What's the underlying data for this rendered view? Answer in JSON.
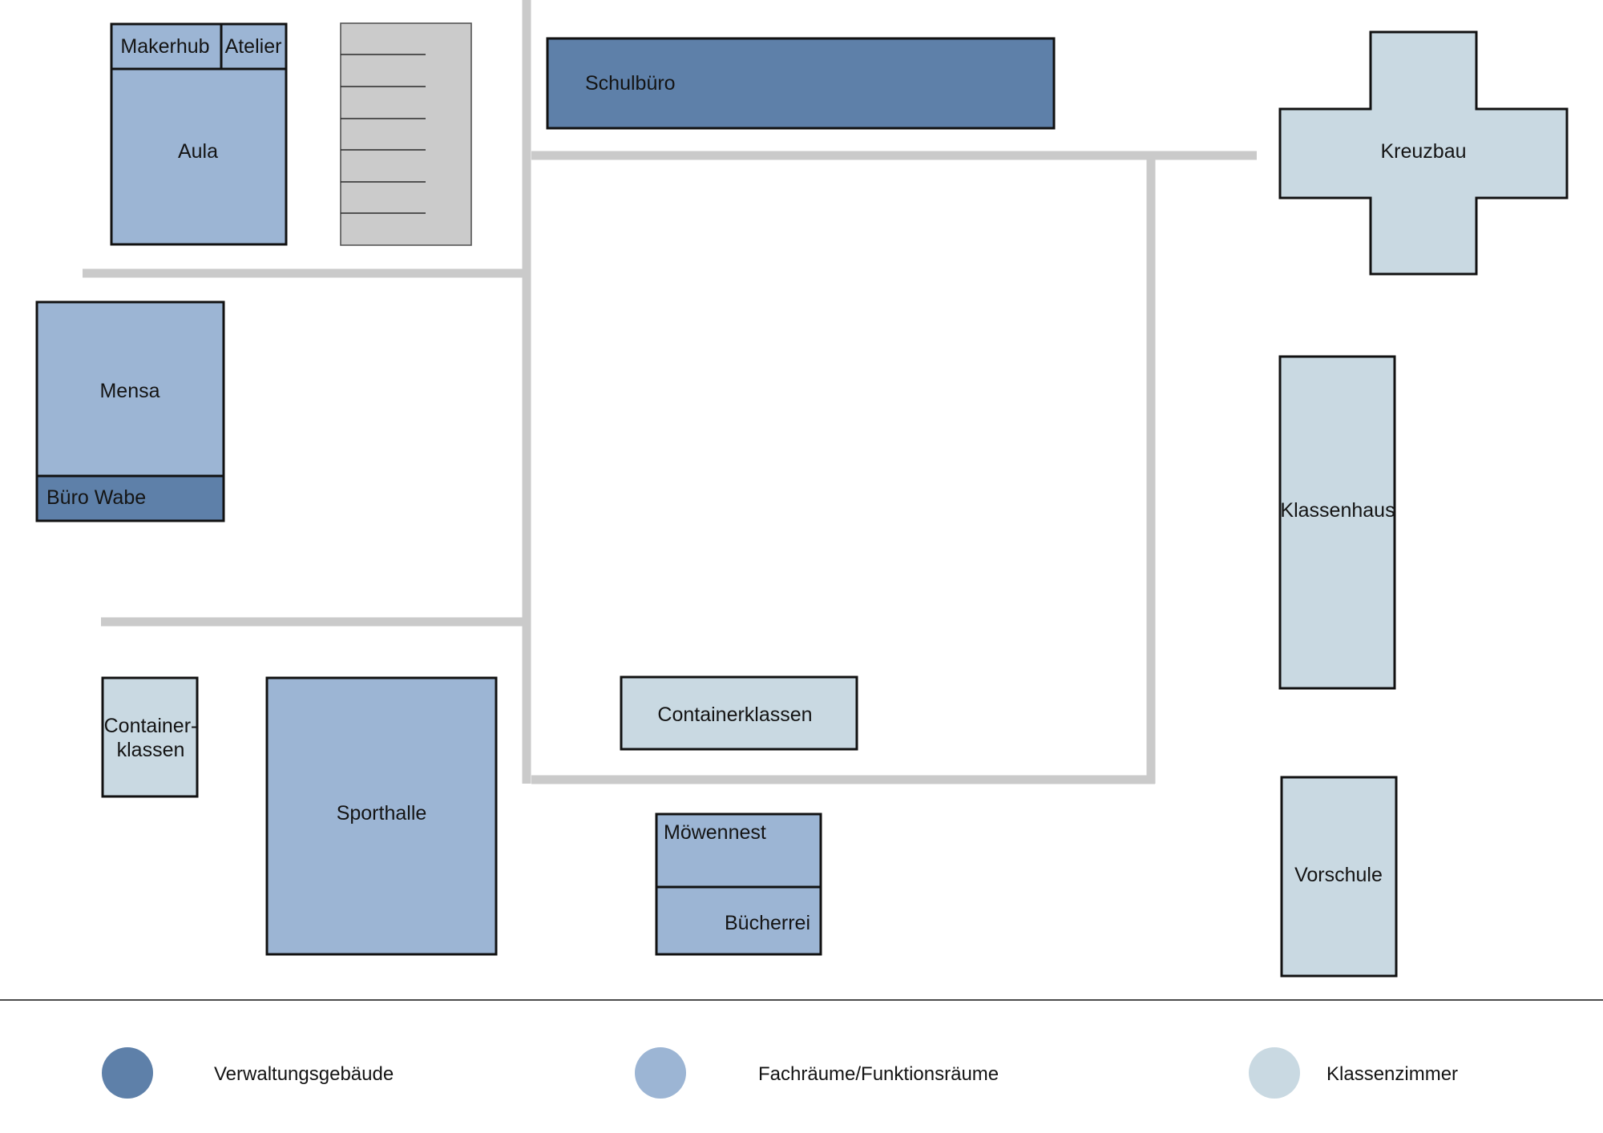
{
  "legend": {
    "items": [
      {
        "label": "Verwaltungsgebäude",
        "color": "#5e80a9"
      },
      {
        "label": "Fachräume/Funktionsräume",
        "color": "#9cb5d4"
      },
      {
        "label": "Klassenzimmer",
        "color": "#c9d9e2"
      }
    ]
  },
  "buildings": {
    "makerhub": "Makerhub",
    "atelier": "Atelier",
    "aula": "Aula",
    "schulbuero": "Schulbüro",
    "kreuzbau": "Kreuzbau",
    "mensa": "Mensa",
    "buero_wabe": "Büro Wabe",
    "klassenhaus": "Klassenhaus",
    "containerklassen_west_line1": "Container-",
    "containerklassen_west_line2": "klassen",
    "containerklassen_hof": "Containerklassen",
    "sporthalle": "Sporthalle",
    "moewennest": "Möwennest",
    "buecherrei": "Bücherrei",
    "vorschule": "Vorschule"
  },
  "colors": {
    "verwaltung": "#5e80a9",
    "fachraum": "#9cb5d4",
    "klasse": "#c9d9e2",
    "parking": "#cbcbcb",
    "path": "#cacaca"
  }
}
